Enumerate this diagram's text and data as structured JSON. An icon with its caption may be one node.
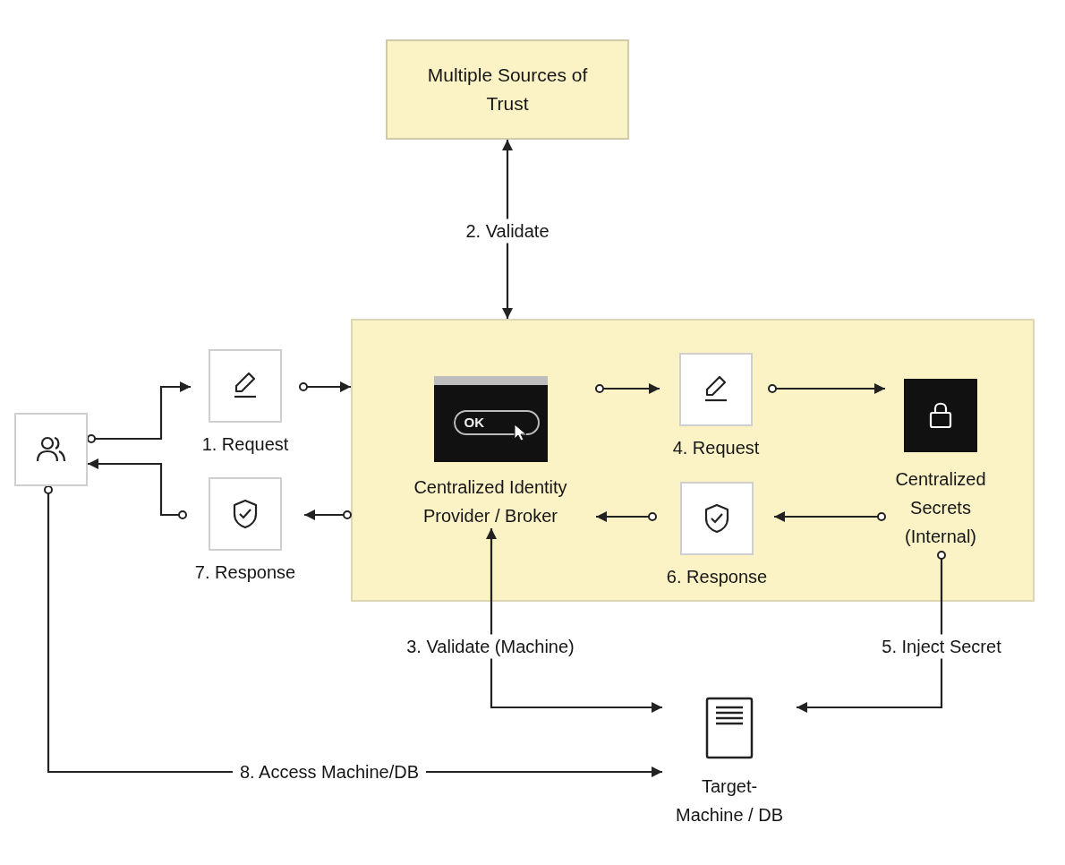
{
  "diagram": {
    "nodes": [
      {
        "text": [
          "Multiple Sources of Trust"
        ]
      },
      {
        "text": [],
        "shape": "box"
      },
      {
        "text": [],
        "shape": "person"
      },
      {
        "text": [
          "1. Request"
        ]
      },
      {
        "text": [
          "7. Response"
        ]
      },
      {
        "text": [
          "OK",
          "Centralized Identity Provider / Broker"
        ],
        "in": 1
      },
      {
        "text": [
          "4. Request"
        ],
        "in": 1
      },
      {
        "text": [
          "Centralized Secrets (Internal)"
        ],
        "in": 1
      },
      {
        "text": [
          "6. Response"
        ],
        "in": 1
      },
      {
        "text": [
          "Target- Machine / DB"
        ]
      }
    ],
    "edges": [
      {
        "from": 1,
        "to": 0,
        "arrow": "both",
        "label": "2. Validate"
      },
      {
        "from": 2,
        "to": 3,
        "arrow": "to"
      },
      {
        "from": 3,
        "to": 1,
        "arrow": "to"
      },
      {
        "from": 1,
        "to": 4,
        "arrow": "to"
      },
      {
        "from": 4,
        "to": 2,
        "arrow": "to"
      },
      {
        "from": 5,
        "to": 6,
        "arrow": "to"
      },
      {
        "from": 6,
        "to": 7,
        "arrow": "to"
      },
      {
        "from": 7,
        "to": 8,
        "arrow": "to"
      },
      {
        "from": 8,
        "to": 5,
        "arrow": "to"
      },
      {
        "from": 5,
        "to": 9,
        "arrow": "both",
        "label": "3. Validate (Machine)"
      },
      {
        "from": 7,
        "to": 9,
        "arrow": "to",
        "label": "5. Inject Secret"
      },
      {
        "from": 2,
        "to": 9,
        "arrow": "to",
        "label": "8. Access Machine/DB"
      }
    ]
  }
}
